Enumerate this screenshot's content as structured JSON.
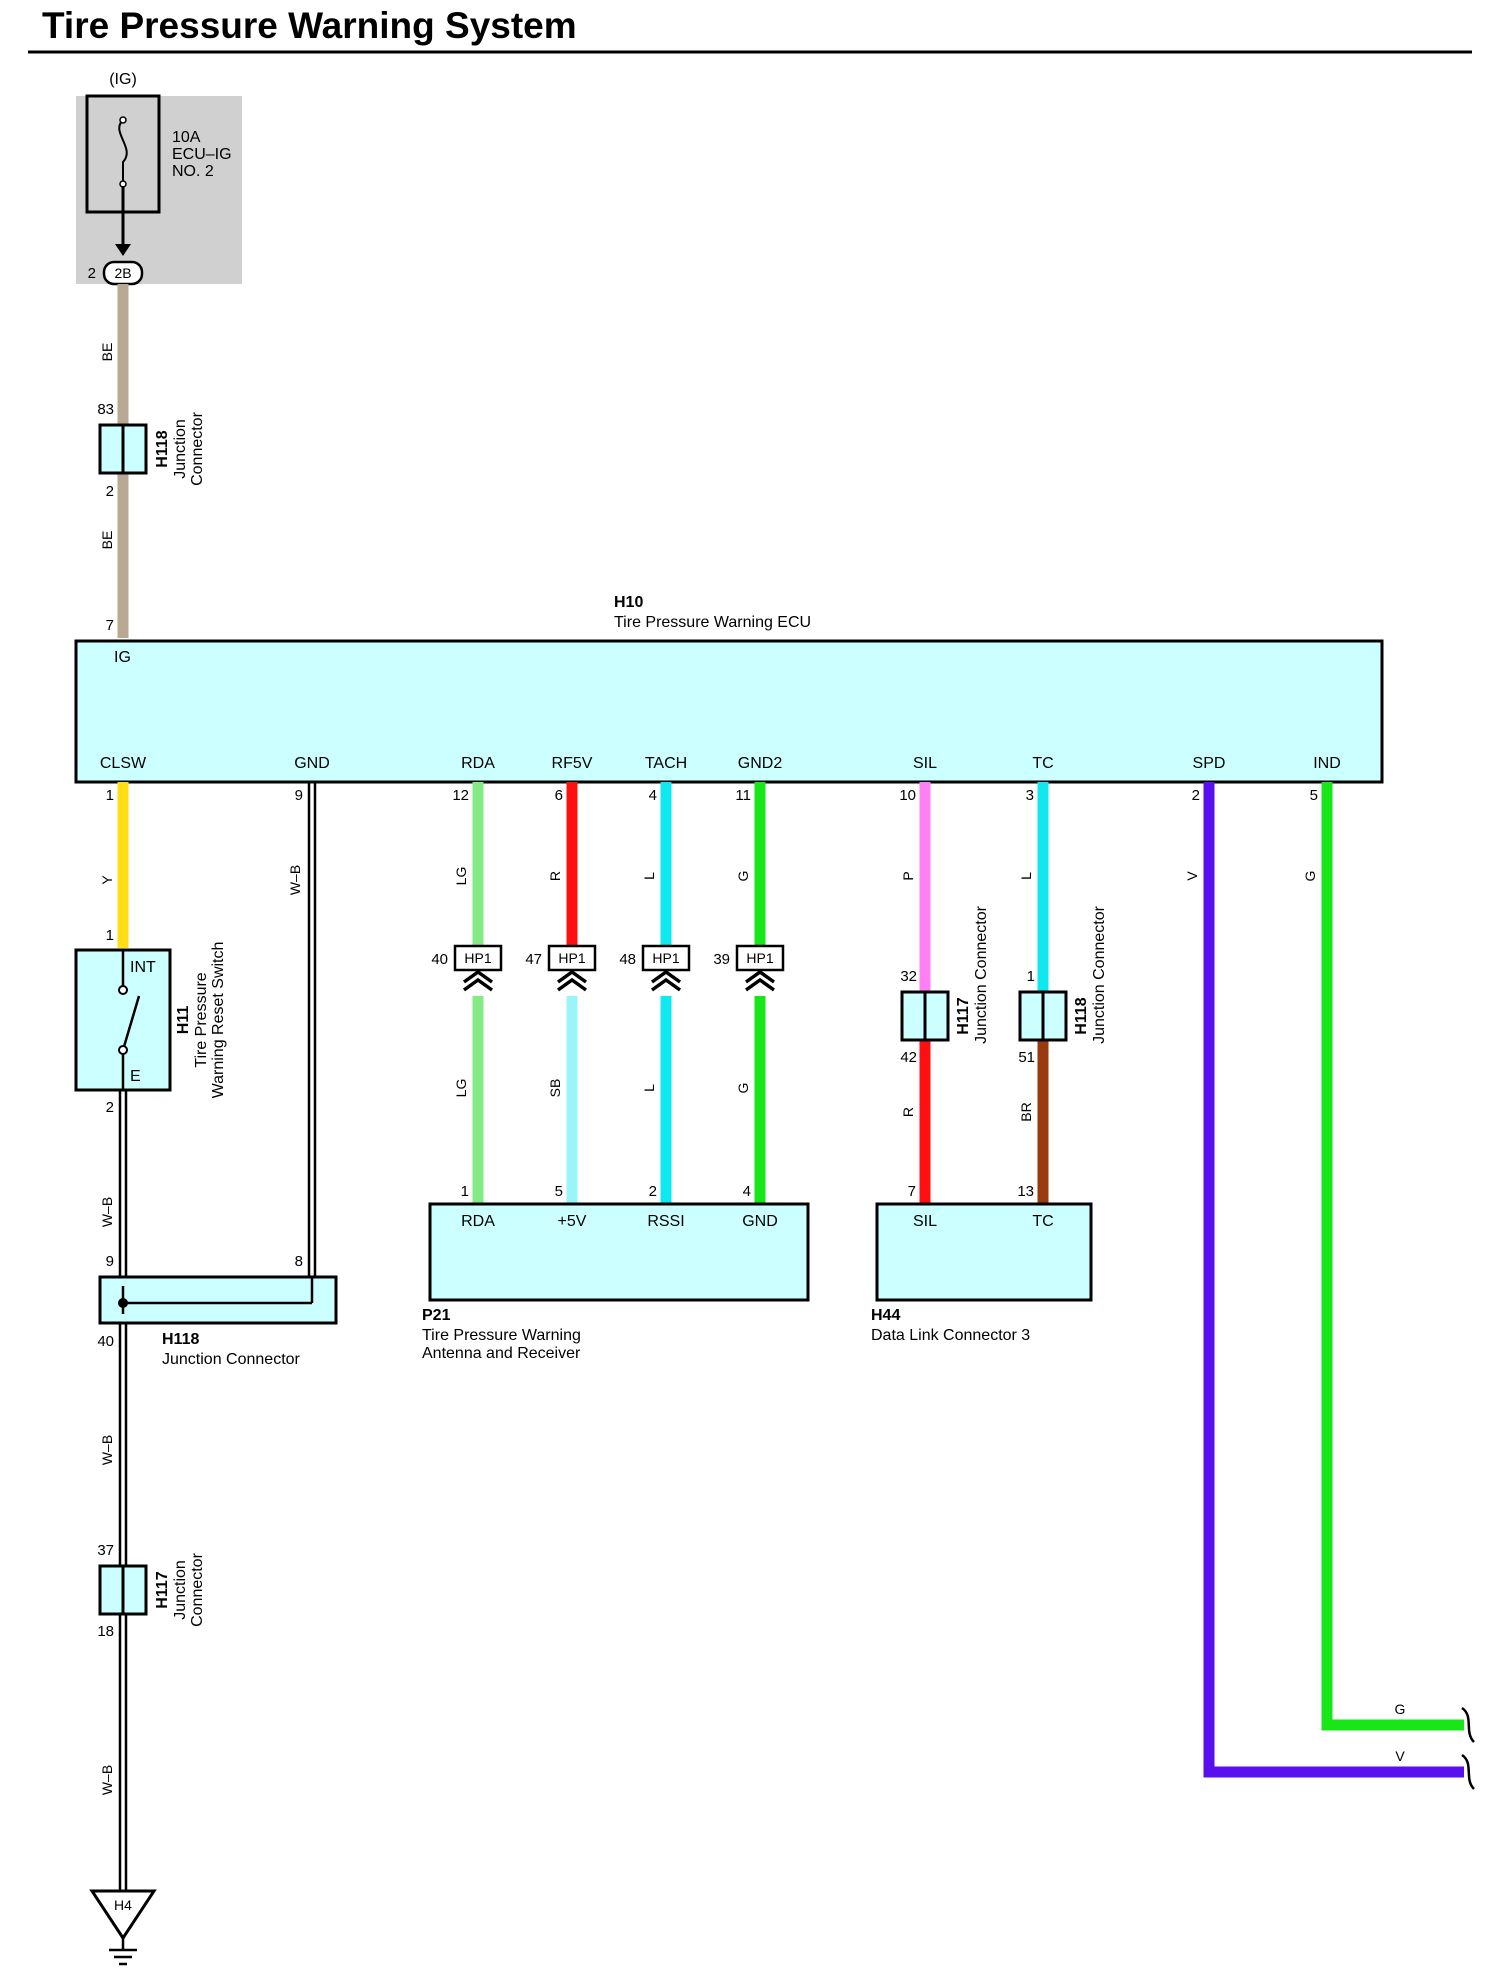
{
  "title": "Tire Pressure Warning System",
  "fuse": {
    "ig_label": "(IG)",
    "rating": "10A",
    "name_line1": "ECU–IG",
    "name_line2": "NO. 2",
    "pin": "2",
    "connector": "2B"
  },
  "wire_colors": {
    "BE": "#b9a994",
    "Y": "#ffde17",
    "WB": "#000000",
    "LG": "#84ea84",
    "R": "#ff1010",
    "L": "#10e8f0",
    "G": "#19e619",
    "P": "#ff80f2",
    "V": "#5a10ee",
    "SB": "#9af5f8",
    "BR": "#993b0e",
    "box_fill": "#ccffff",
    "fuse_bg": "#d0d0d0"
  },
  "wires": {
    "be1": "BE",
    "be2": "BE",
    "y": "Y",
    "wb_gnd": "W–B",
    "wb1": "W–B",
    "wb2": "W–B",
    "wb3": "W–B",
    "lg_top": "LG",
    "r_top": "R",
    "l_top": "L",
    "g_top": "G",
    "lg_bot": "LG",
    "sb_bot": "SB",
    "l_bot": "L",
    "g_bot": "G",
    "p_top": "P",
    "r_bot": "R",
    "l_tc_top": "L",
    "br_bot": "BR",
    "v_spd": "V",
    "g_ind": "G",
    "g_end": "G",
    "v_end": "V"
  },
  "h118_top": {
    "pin_top": "83",
    "pin_bottom": "2",
    "id": "H118",
    "name_line1": "Junction",
    "name_line2": "Connector"
  },
  "ecu": {
    "id": "H10",
    "name": "Tire Pressure Warning ECU",
    "ig_pin": "7",
    "ig_label": "IG",
    "terminals": [
      {
        "label": "CLSW",
        "pin": "1"
      },
      {
        "label": "GND",
        "pin": "9"
      },
      {
        "label": "RDA",
        "pin": "12"
      },
      {
        "label": "RF5V",
        "pin": "6"
      },
      {
        "label": "TACH",
        "pin": "4"
      },
      {
        "label": "GND2",
        "pin": "11"
      },
      {
        "label": "SIL",
        "pin": "10"
      },
      {
        "label": "TC",
        "pin": "3"
      },
      {
        "label": "SPD",
        "pin": "2"
      },
      {
        "label": "IND",
        "pin": "5"
      }
    ]
  },
  "switch": {
    "pin_top": "1",
    "pin_bottom": "2",
    "int_label": "INT",
    "e_label": "E",
    "id": "H11",
    "name_line1": "Tire Pressure",
    "name_line2": "Warning Reset Switch"
  },
  "hp1": [
    {
      "pin": "40",
      "label": "HP1"
    },
    {
      "pin": "47",
      "label": "HP1"
    },
    {
      "pin": "48",
      "label": "HP1"
    },
    {
      "pin": "39",
      "label": "HP1"
    }
  ],
  "h117_mid": {
    "pin_top": "32",
    "pin_bottom": "42",
    "id": "H117",
    "name": "Junction Connector"
  },
  "h118_mid": {
    "pin_top": "1",
    "pin_bottom": "51",
    "id": "H118",
    "name": "Junction Connector"
  },
  "h118_bottom": {
    "pin_left": "9",
    "pin_right": "8",
    "pin_out": "40",
    "id": "H118",
    "name": "Junction Connector"
  },
  "p21": {
    "id": "P21",
    "name_line1": "Tire Pressure Warning",
    "name_line2": "Antenna and Receiver",
    "terminals": [
      {
        "label": "RDA",
        "pin": "1"
      },
      {
        "label": "+5V",
        "pin": "5"
      },
      {
        "label": "RSSI",
        "pin": "2"
      },
      {
        "label": "GND",
        "pin": "4"
      }
    ]
  },
  "h44": {
    "id": "H44",
    "name": "Data Link Connector 3",
    "terminals": [
      {
        "label": "SIL",
        "pin": "7"
      },
      {
        "label": "TC",
        "pin": "13"
      }
    ]
  },
  "h117_low": {
    "pin_top": "37",
    "pin_bottom": "18",
    "id": "H117",
    "name_line1": "Junction",
    "name_line2": "Connector"
  },
  "ground": {
    "id": "H4"
  }
}
